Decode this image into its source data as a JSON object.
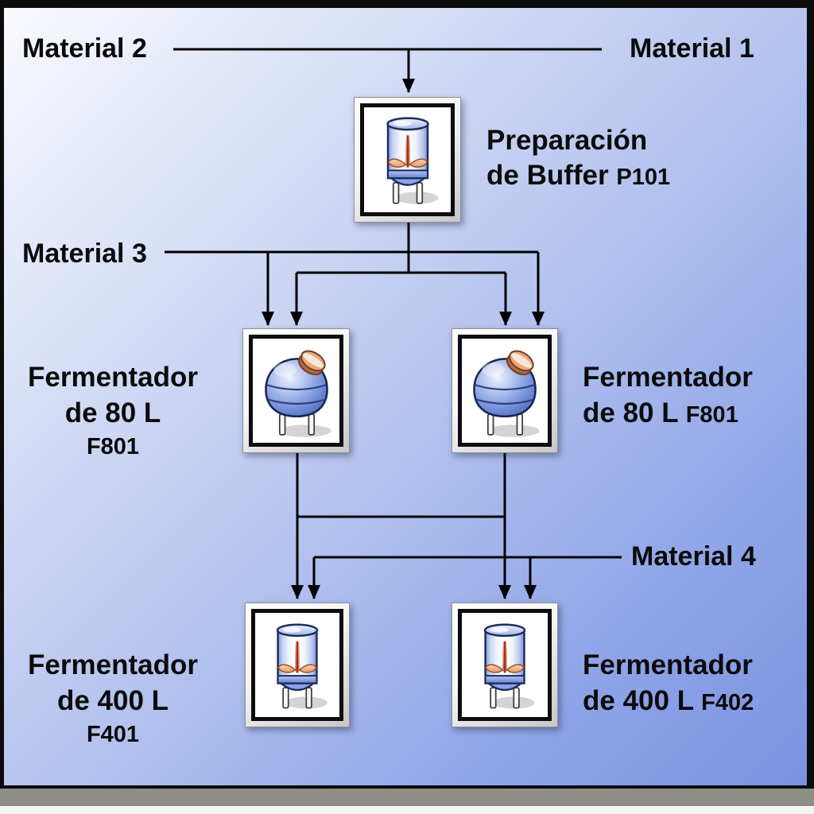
{
  "slide": {
    "type": "process-flow-diagram",
    "labels": {
      "material1": "Material 1",
      "material2": "Material 2",
      "material3": "Material 3",
      "material4": "Material 4"
    },
    "nodes": {
      "buffer": {
        "name_line1": "Preparación",
        "name_line2": "de Buffer",
        "tag": "P101",
        "icon": "stirred-tank-icon"
      },
      "ferm80_left": {
        "name_line1": "Fermentador",
        "name_line2": "de 80 L",
        "tag": "F801",
        "icon": "dome-tank-icon"
      },
      "ferm80_right": {
        "name_line1": "Fermentador",
        "name_line2": "de 80 L",
        "tag": "F801",
        "icon": "dome-tank-icon"
      },
      "ferm400_left": {
        "name_line1": "Fermentador",
        "name_line2": "de 400 L",
        "tag": "F401",
        "icon": "stirred-tank-icon"
      },
      "ferm400_right": {
        "name_line1": "Fermentador",
        "name_line2": "de 400 L",
        "tag": "F402",
        "icon": "stirred-tank-icon"
      }
    },
    "edges": [
      {
        "from": "material2",
        "to": "buffer"
      },
      {
        "from": "material1",
        "to": "buffer"
      },
      {
        "from": "buffer",
        "to": "ferm80_left"
      },
      {
        "from": "buffer",
        "to": "ferm80_right"
      },
      {
        "from": "material3",
        "to": "ferm80_left"
      },
      {
        "from": "material3",
        "to": "ferm80_right"
      },
      {
        "from": "ferm80_left",
        "to": "ferm400_left"
      },
      {
        "from": "ferm80_left",
        "to": "ferm400_right"
      },
      {
        "from": "ferm80_right",
        "to": "ferm400_left"
      },
      {
        "from": "ferm80_right",
        "to": "ferm400_right"
      },
      {
        "from": "material4",
        "to": "ferm400_left"
      },
      {
        "from": "material4",
        "to": "ferm400_right"
      }
    ],
    "colors": {
      "line": "#000000",
      "frame": "#0b0b0b",
      "bg_top_left": "#f9fafe",
      "bg_bottom_right": "#7a92e1",
      "footer_bar": "#8e8e88",
      "tank_blue": "#7f9ade",
      "impeller_orange": "#eca87e",
      "cap_copper": "#eaa87e"
    }
  }
}
